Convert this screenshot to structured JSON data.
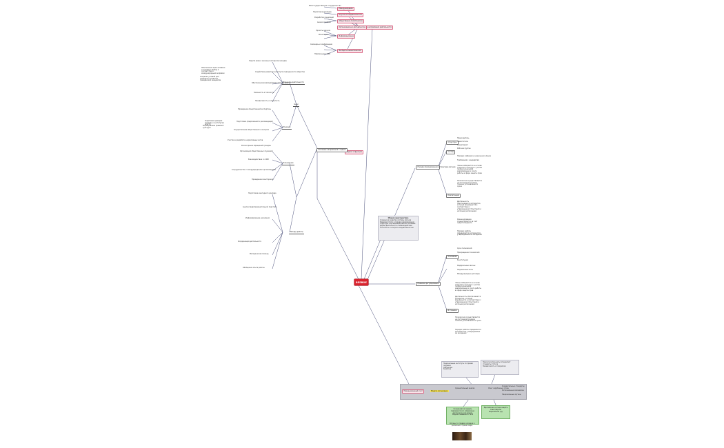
{
  "root": {
    "label": "BEEBOE"
  },
  "branch_top": {
    "title": "Основные направления деятельности",
    "items": [
      {
        "label": "Международное"
      },
      {
        "label": "Научно-исследовательское"
      },
      {
        "label": "Общественно-политическое"
      },
      {
        "label": "Организационно-методическое"
      },
      {
        "label": "Информационное"
      },
      {
        "label": "Экспертно-аналитическое"
      }
    ],
    "leaves": [
      "Межгосударственное сотрудничество",
      "Подготовка докладов",
      "Разработка концепций",
      "Анализ проблем",
      "Проекты законов",
      "Мониторинг",
      "Семинары и конференции",
      "Публикации в СМИ"
    ]
  },
  "branch_left": {
    "title": "Задачи и функции",
    "sub": "Основные направления и задачи",
    "group1": "Цели",
    "group2": "Принципы деятельности",
    "group3": "Функции",
    "group4": "Полномочия",
    "group5": "Методы работы",
    "leaves": [
      "Защита прав и законных интересов граждан",
      "Содействие развитию институтов гражданского общества",
      "Обеспечение взаимодействия органов власти",
      "Законность и гласность",
      "Независимость и открытость",
      "Проведение общественной экспертизы",
      "Подготовка предложений и рекомендаций",
      "Осуществление общественного контроля",
      "Участие в разработке нормативных актов",
      "Рассмотрение обращений граждан",
      "Организация общественных слушаний",
      "Взаимодействие со СМИ",
      "Сотрудничество с международными организациями",
      "Проведение мониторинга",
      "Подготовка ежегодного доклада",
      "Анализ правоприменительной практики",
      "Информирование населения",
      "Координация деятельности",
      "Методическая помощь",
      "Обобщение опыта работы"
    ],
    "side_notes": [
      "Обеспечение прав человека и основных свобод в соответствии с международными нормами",
      "Создание условий для свободного развития гражданских инициатив",
      "Укрепление доверия граждан к институтам власти",
      "Формирование правовой культуры"
    ]
  },
  "center_note": {
    "title": "Общая характеристика",
    "lines": [
      "Создание и развитие системы органов",
      "Правовой статус и порядок формирования",
      "Структура и организация работы, основные формы деятельности и взаимодействия",
      "Отчетность и контроль за деятельностью"
    ]
  },
  "branch_right": {
    "title1": "Порядок формирования и структура органов",
    "title2": "Правовое регулирование",
    "group1": "Структура",
    "group2": "Состав",
    "group3": "Компетенция",
    "group4": "Основания",
    "group5": "Источники",
    "leaves": [
      "Председатель",
      "Заместители",
      "Секретариат",
      "Рабочие группы",
      "Порядок избрания и назначения членов",
      "Требования к кандидатам",
      "Срок полномочий",
      "Прекращение полномочий",
      "Конституция",
      "Федеральные законы",
      "Подзаконные акты",
      "Международные договоры"
    ],
    "paragraphs": [
      "Члены избираются на основе открытого конкурса с учетом профессиональной квалификации и опыта работы в сфере защиты прав",
      "Полномочия осуществляются на постоянной основе в течение установленного срока",
      "Деятельность обеспечивается аппаратом, который формируется в соответствии с утвержденной структурой и штатным расписанием",
      "Финансирование осуществляется за счет средств бюджета",
      "Порядок работы определяется регламентом, утверждаемым на заседании"
    ]
  },
  "bottom_panel": {
    "left_label": "Международный опыт",
    "highlight": "Модели организации",
    "mid_label": "Сравнительный анализ",
    "right_label": "Опыт зарубежных стран",
    "top_note_left": [
      "Национальные институты по правам человека",
      "Омбудсмен",
      "Комиссии"
    ],
    "top_note_right": [
      "Парижские принципы определяют стандарты статуса",
      "Независимость и плюрализм"
    ],
    "green_left": [
      "Скандинавская модель парламентского омбудсмена",
      "Англосаксонская модель",
      "Модели смешанного типа"
    ],
    "green_right": [
      "Европейская система защиты",
      "Совет Европы",
      "Европейский суд"
    ],
    "caption": "Органы по правам человека в различных странах мира",
    "right_small": [
      "Универсальные стандарты",
      "Региональные механизмы",
      "Национальные органы"
    ]
  },
  "colors": {
    "root": "#d9232e",
    "pink": "#d96a86",
    "link": "#3b3f6b",
    "green": "#b8e3b0"
  }
}
